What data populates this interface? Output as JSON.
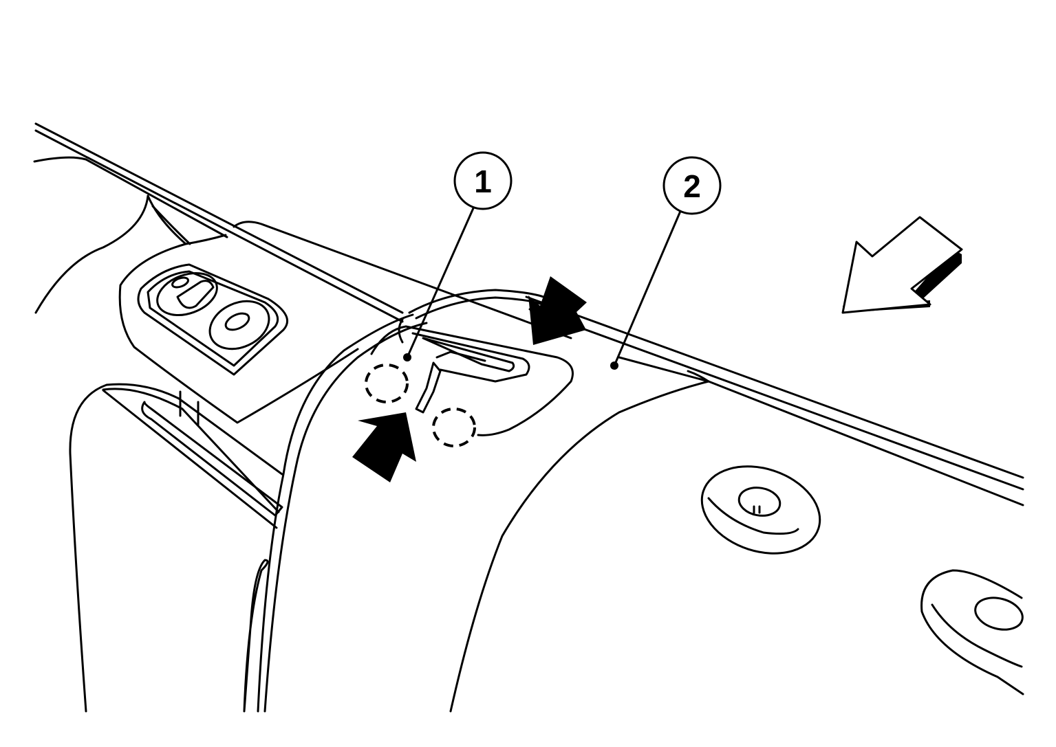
{
  "callouts": [
    {
      "id": "1",
      "label": "1"
    },
    {
      "id": "2",
      "label": "2"
    }
  ],
  "icons": {
    "direction_arrow": "view-direction-arrow-icon",
    "press_arrows": "press-direction-arrow-icon",
    "clip_marker": "dashed-clip-location-icon"
  },
  "colors": {
    "line": "#000000",
    "background": "#ffffff"
  }
}
